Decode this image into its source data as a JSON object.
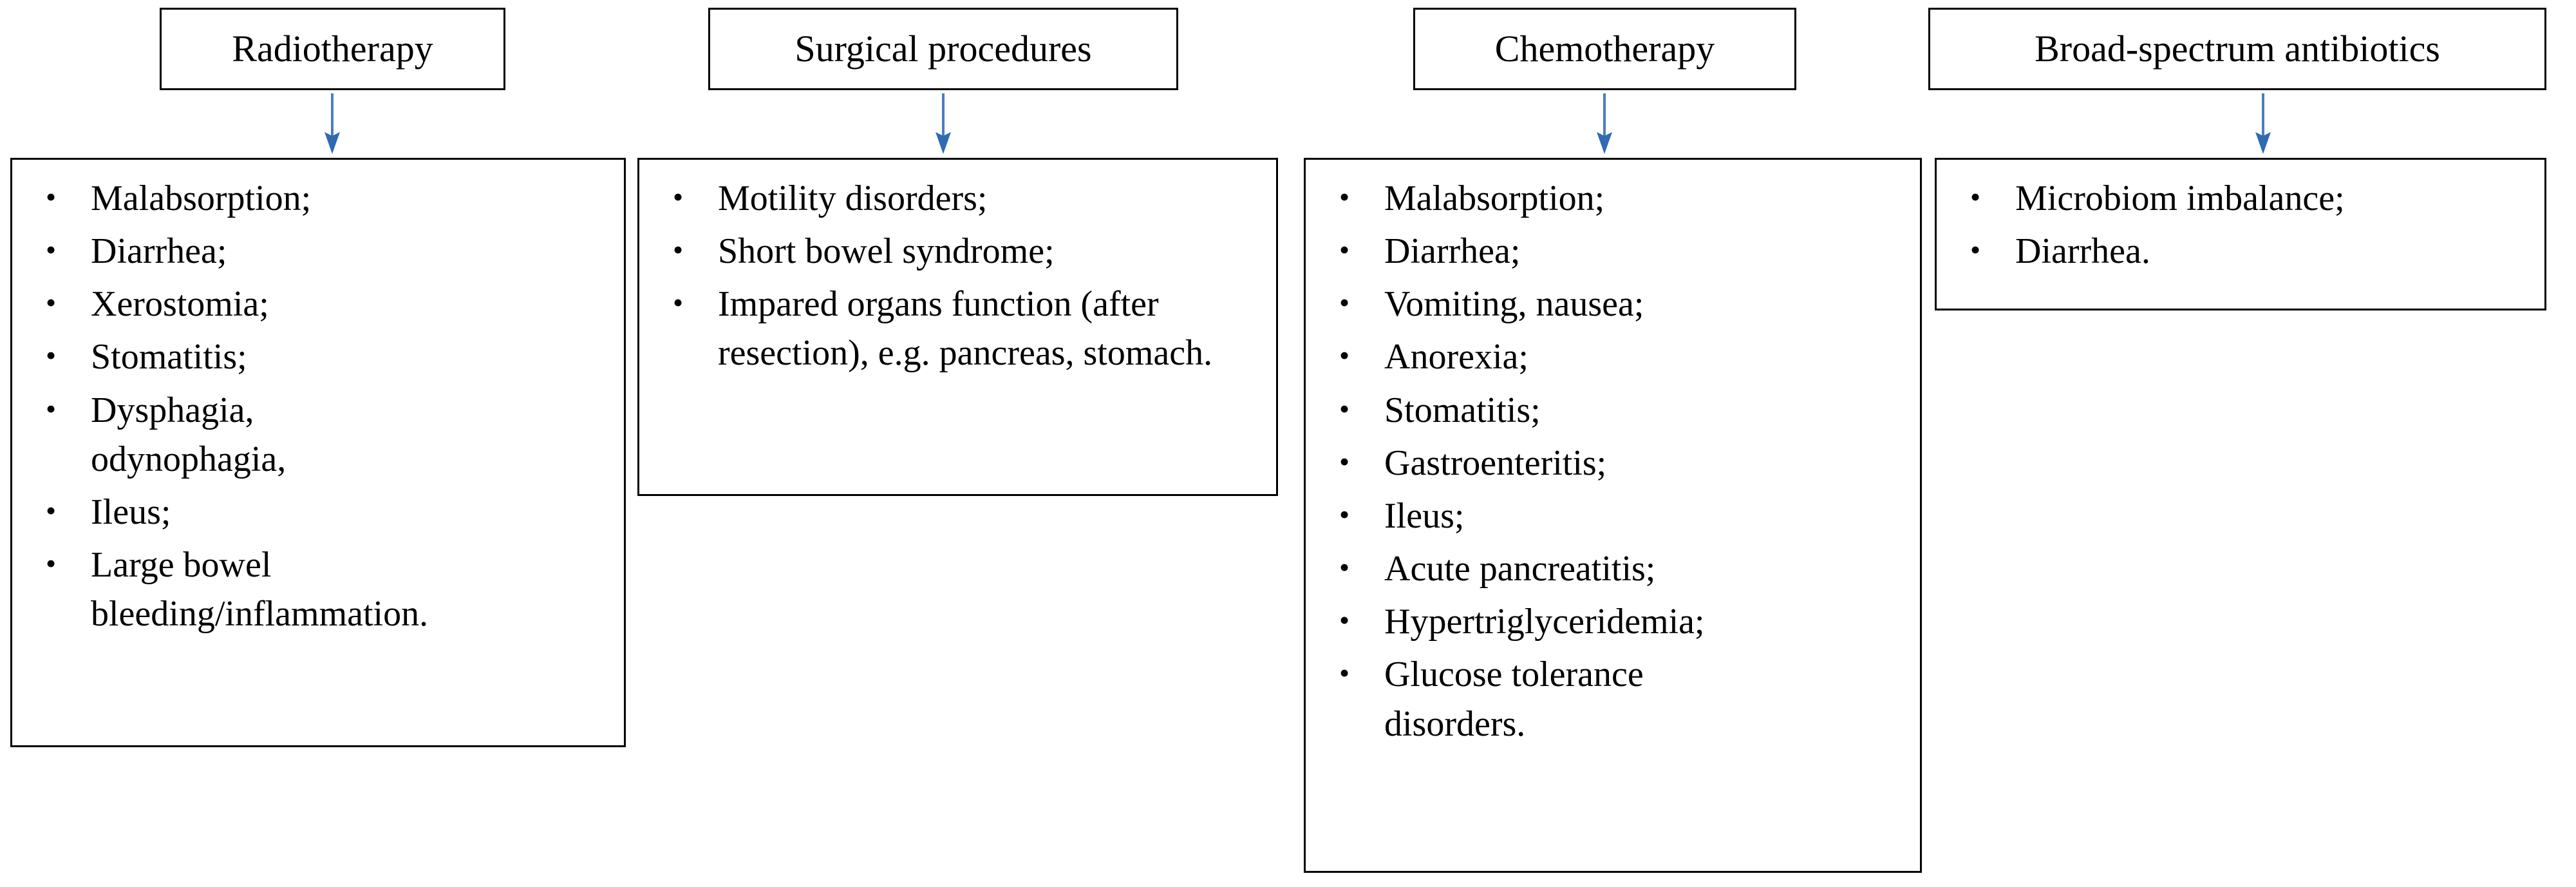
{
  "diagram": {
    "type": "flow-diagram",
    "orientation": "top-to-bottom",
    "accent_color": "#3b6fba",
    "box_border_color": "#000000",
    "text_color": "#000000",
    "background_color": "#ffffff",
    "columns": [
      {
        "id": "radiotherapy",
        "header": "Radiotherapy",
        "arrow_icon": "down-arrow-icon",
        "items": [
          "Malabsorption;",
          "Diarrhea;",
          "Xerostomia;",
          "Stomatitis;",
          "Dysphagia, odynophagia,",
          "Ileus;",
          "Large bowel bleeding/inflammation."
        ]
      },
      {
        "id": "surgical-procedures",
        "header": "Surgical procedures",
        "arrow_icon": "down-arrow-icon",
        "items": [
          "Motility disorders;",
          "Short bowel syndrome;",
          "Impared organs function (after resection), e.g. pancreas, stomach."
        ]
      },
      {
        "id": "chemotherapy",
        "header": "Chemotherapy",
        "arrow_icon": "down-arrow-icon",
        "items": [
          "Malabsorption;",
          "Diarrhea;",
          "Vomiting, nausea;",
          "Anorexia;",
          "Stomatitis;",
          "Gastroenteritis;",
          "Ileus;",
          "Acute pancreatitis;",
          "Hypertriglyceridemia;",
          "Glucose tolerance disorders."
        ]
      },
      {
        "id": "broad-spectrum-antibiotics",
        "header": "Broad-spectrum antibiotics",
        "arrow_icon": "down-arrow-icon",
        "items": [
          "Microbiom imbalance;",
          "Diarrhea."
        ]
      }
    ]
  }
}
